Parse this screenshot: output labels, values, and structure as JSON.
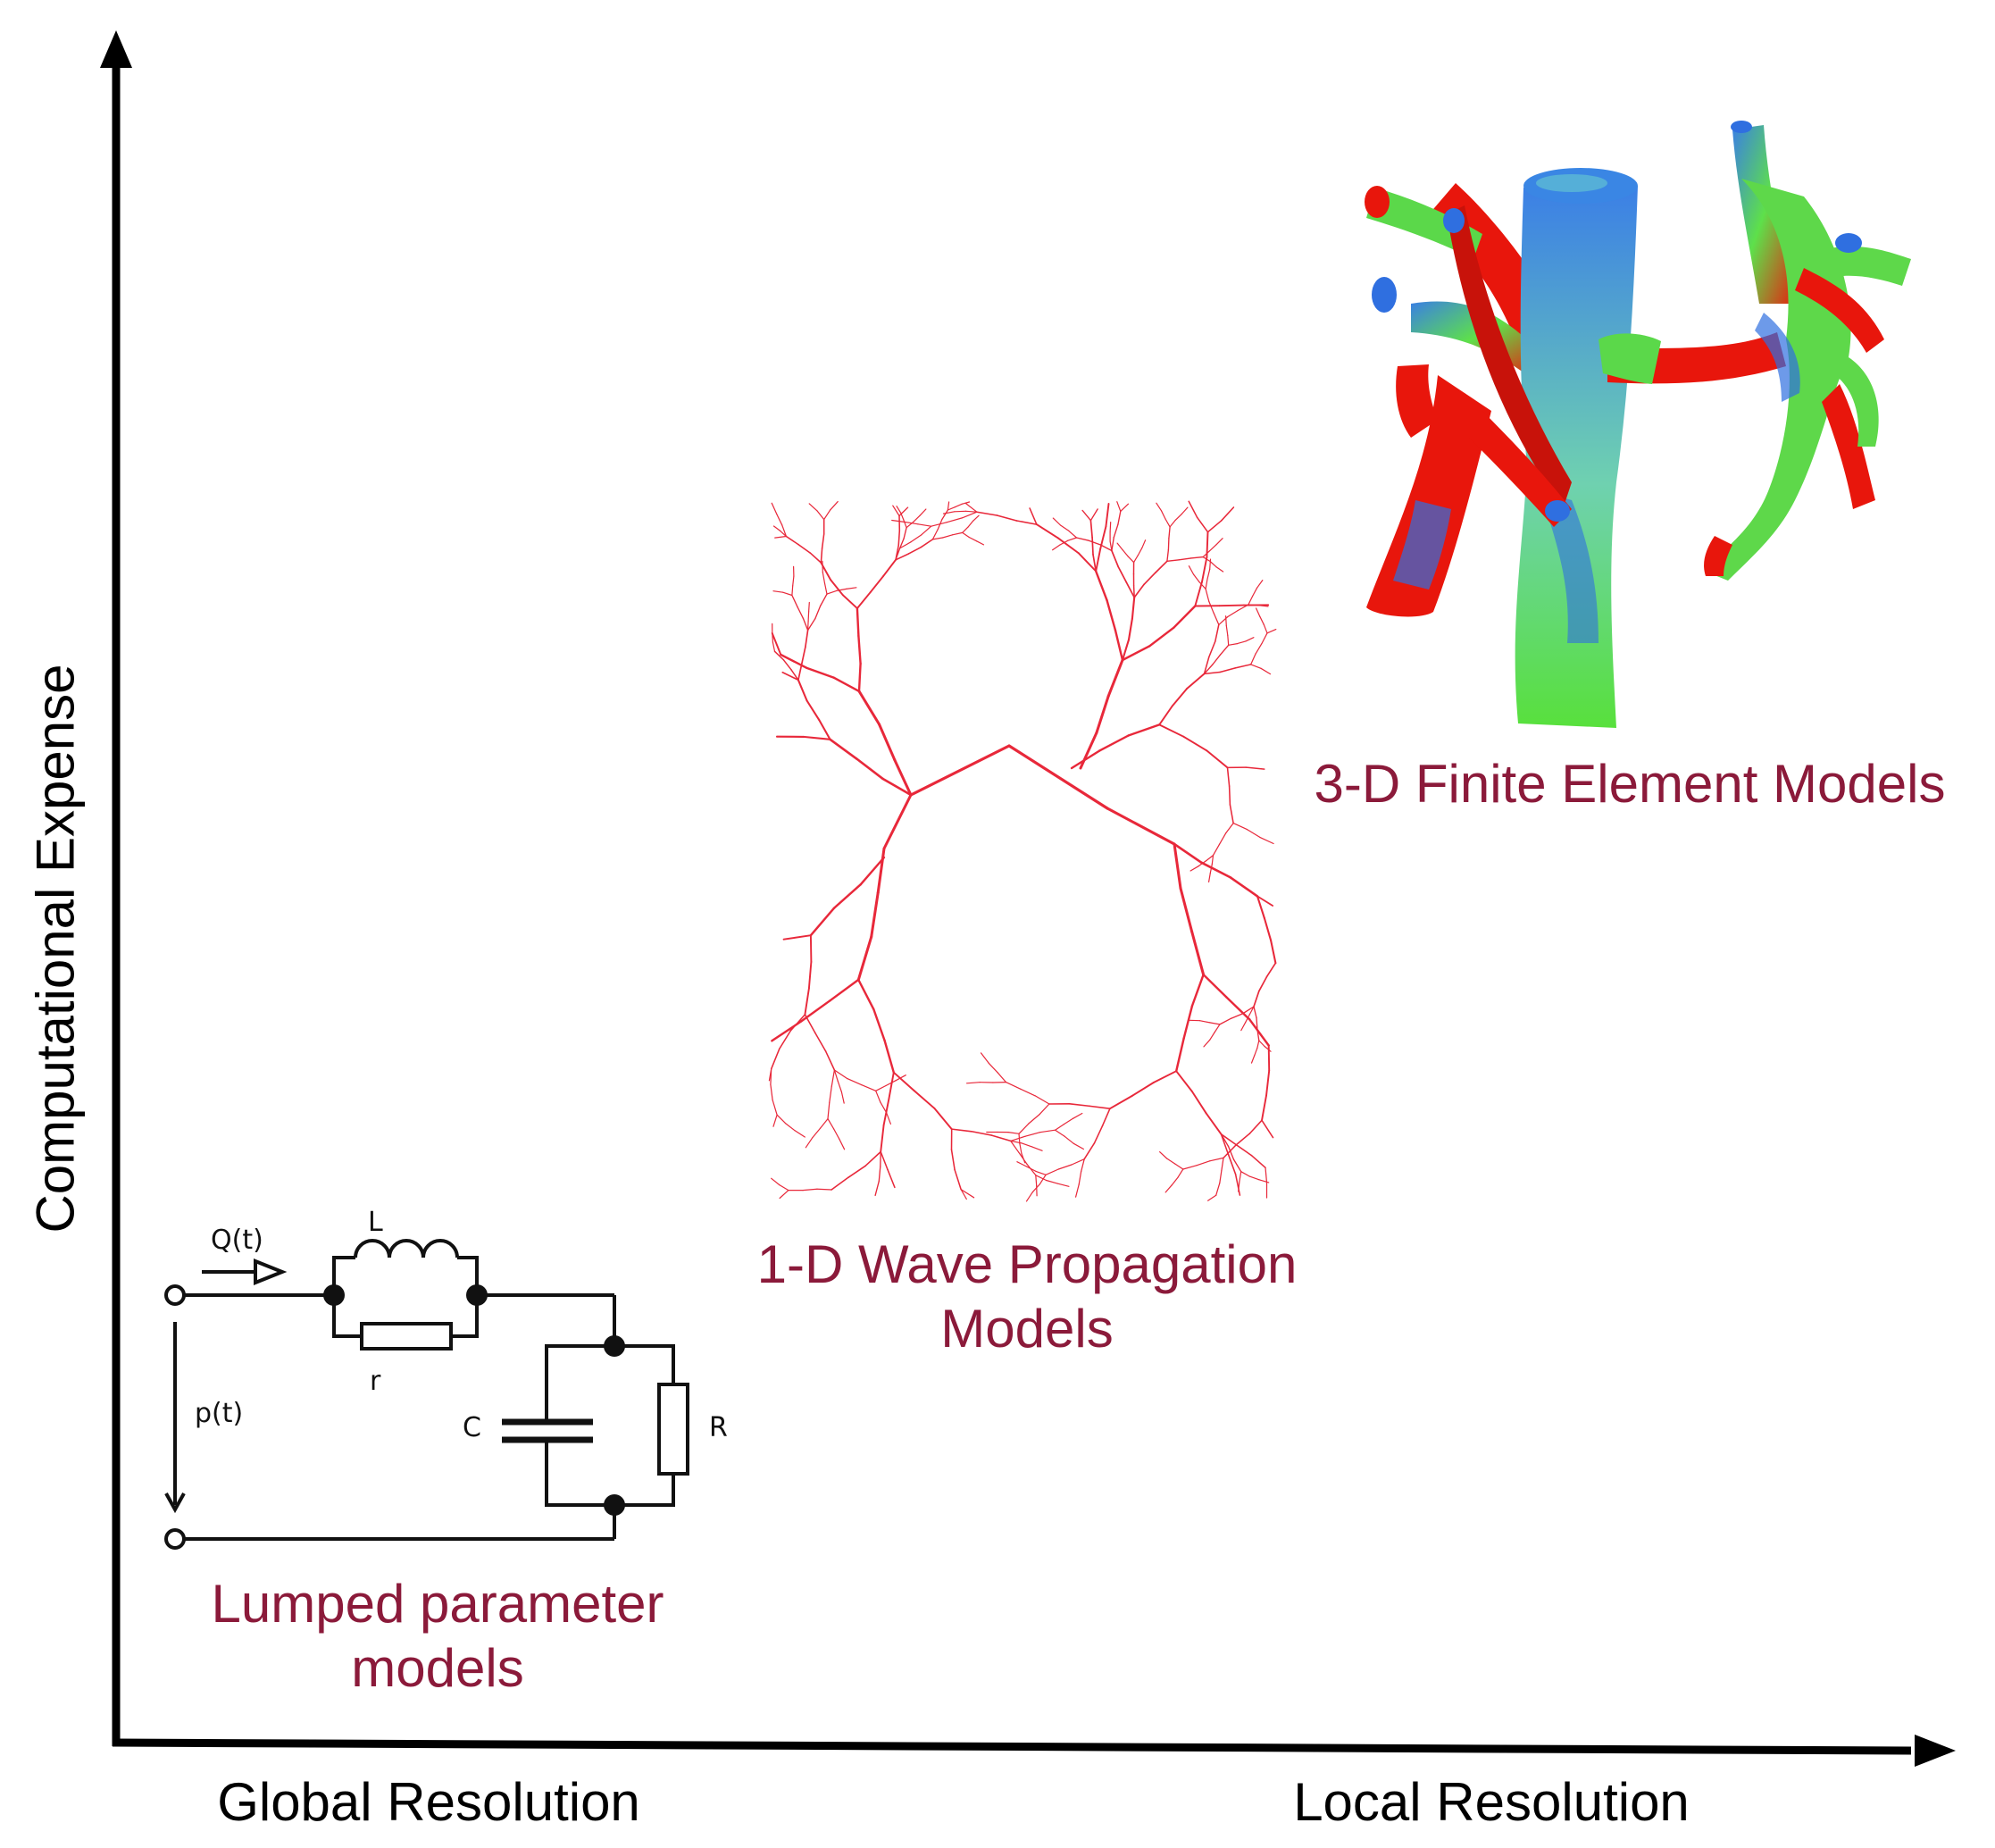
{
  "axes": {
    "y_label": "Computational Expense",
    "x_label_left": "Global Resolution",
    "x_label_right": "Local Resolution"
  },
  "models": {
    "lumped": {
      "line1": "Lumped parameter",
      "line2": "models"
    },
    "wave": {
      "line1": "1-D Wave Propagation",
      "line2": "Models"
    },
    "finite": {
      "line1": "3-D Finite Element Models"
    }
  },
  "circuit": {
    "flow": "Q(t)",
    "pressure": "p(t)",
    "inductor": "L",
    "resistor_small": "r",
    "capacitor": "C",
    "resistor_large": "R"
  },
  "colors": {
    "model_label": "#8b1a3a",
    "tree": "#e8283a",
    "fem_red": "#e8160c",
    "fem_green": "#55e23a",
    "fem_blue": "#2f6fe0"
  }
}
